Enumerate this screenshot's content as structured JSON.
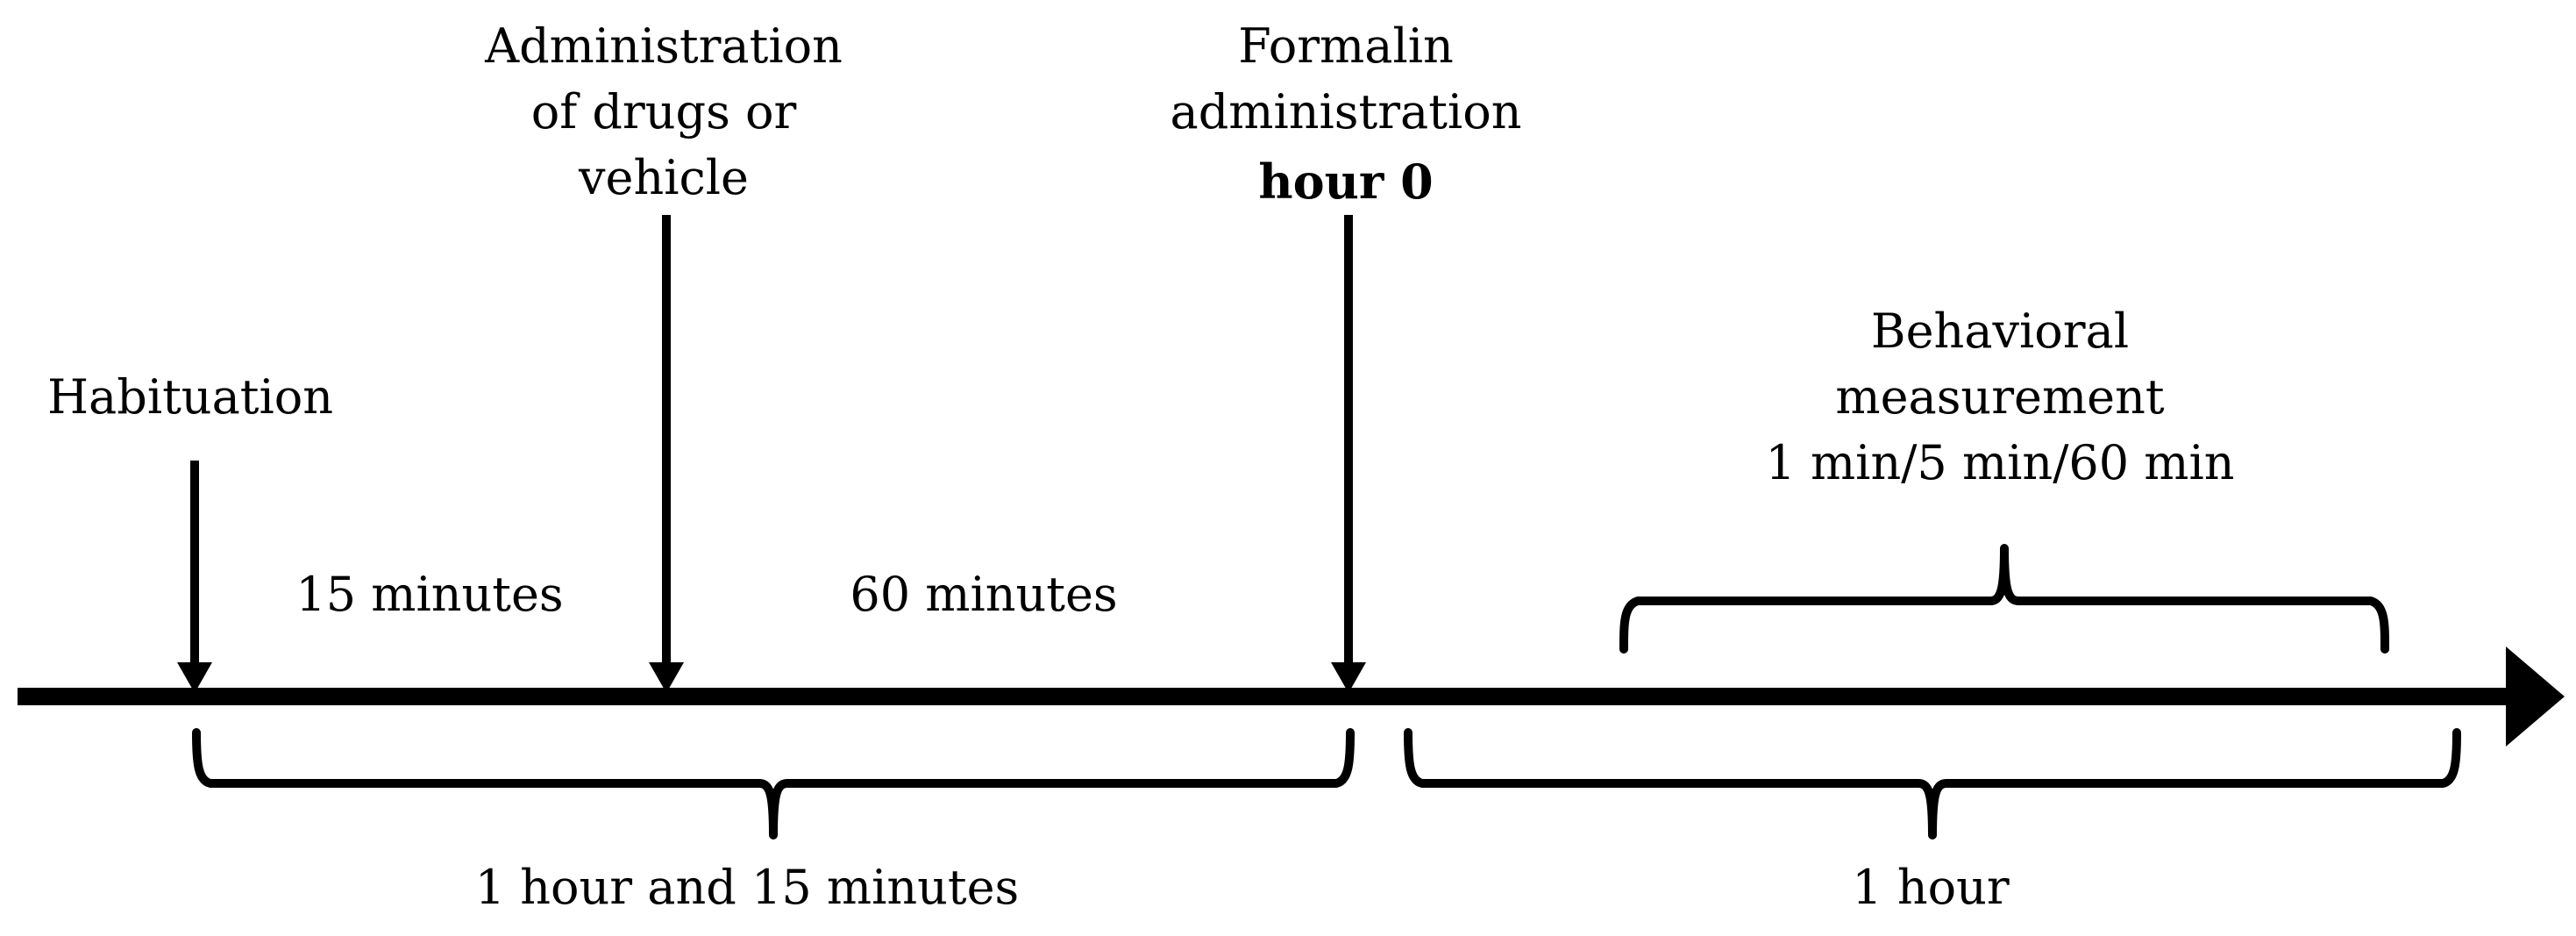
{
  "events": {
    "habituation": {
      "label": "Habituation"
    },
    "drug_admin": {
      "lines": [
        "Administration",
        "of drugs or",
        "vehicle"
      ]
    },
    "formalin": {
      "lines": [
        "Formalin",
        "administration"
      ],
      "emphasis": "hour 0"
    },
    "behavioral": {
      "lines": [
        "Behavioral",
        "measurement",
        "1 min/5 min/60 min"
      ]
    }
  },
  "intervals": {
    "first": "15 minutes",
    "second": "60 minutes",
    "pre_total": "1 hour and 15 minutes",
    "post_total": "1 hour"
  },
  "colors": {
    "ink": "#000000",
    "background": "#ffffff"
  }
}
